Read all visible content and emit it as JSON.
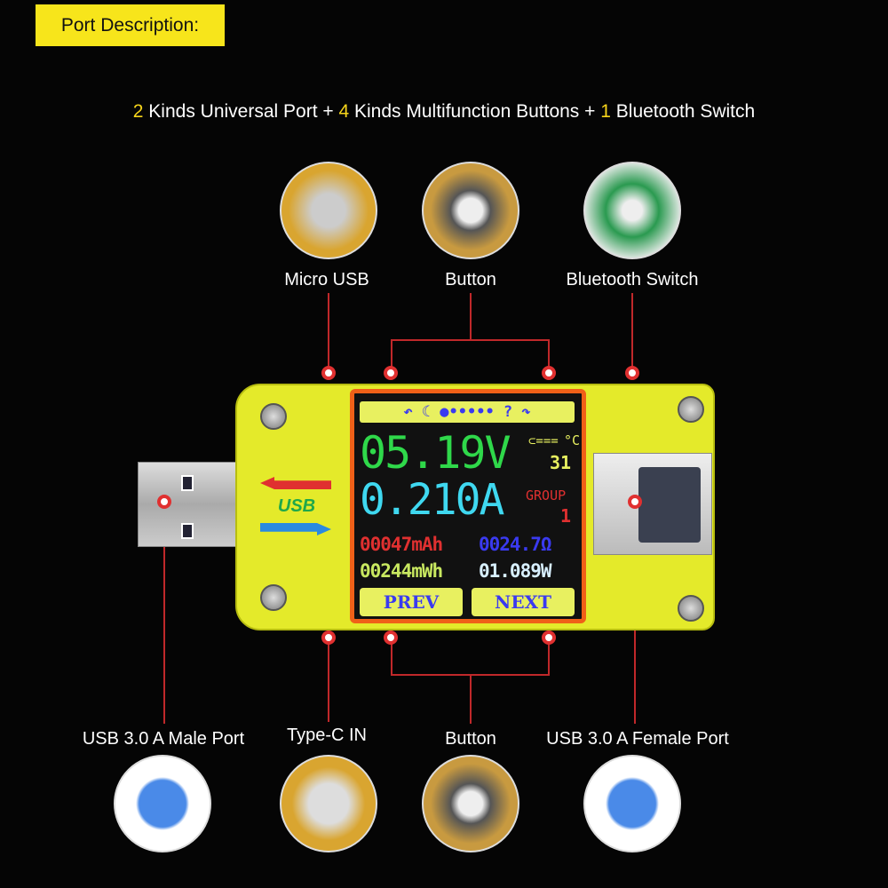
{
  "title": "Port Description:",
  "subtitle": {
    "n1": "2",
    "t1": " Kinds Universal Port + ",
    "n2": "4",
    "t2": " Kinds Multifunction Buttons + ",
    "n3": "1",
    "t3": " Bluetooth Switch"
  },
  "labels": {
    "micro_usb": "Micro USB",
    "button_top": "Button",
    "bluetooth": "Bluetooth Switch",
    "usb_male": "USB 3.0 A Male Port",
    "typec": "Type-C IN",
    "button_bottom": "Button",
    "usb_female": "USB 3.0 A Female Port"
  },
  "logo": "USB",
  "screen": {
    "top_icons": "↶ ☾ ●••••• ? ↷",
    "voltage": "05.19V",
    "temp_unit": "°C",
    "temp": "31",
    "current": "0.210A",
    "group_label": "GROUP",
    "group": "1",
    "capacity": "00047mAh",
    "resistance": "0024.7Ω",
    "energy": "00244mWh",
    "power": "01.089W",
    "prev": "PREV",
    "next": "NEXT"
  },
  "colors": {
    "accent": "#f7e51b",
    "body": "#e4ea2a",
    "voltage": "#2fd84a",
    "current": "#3fd8f0",
    "red": "#e03030",
    "blue": "#3a3af0"
  }
}
